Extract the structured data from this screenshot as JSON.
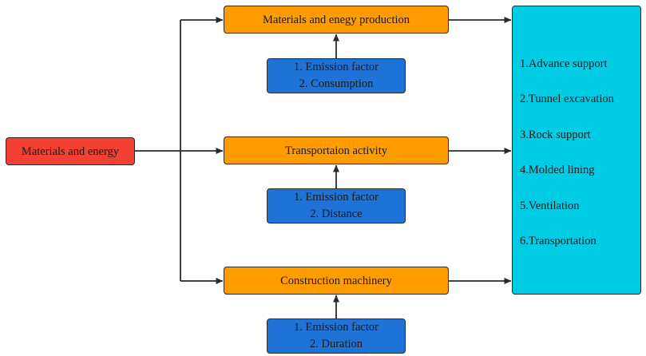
{
  "source": {
    "label": "Materials and energy"
  },
  "processes": [
    {
      "label": "Materials and enegy production"
    },
    {
      "label": "Transportaion activity"
    },
    {
      "label": "Construction machinery"
    }
  ],
  "parameters": [
    {
      "line1": "1. Emission factor",
      "line2": "2. Consumption"
    },
    {
      "line1": "1. Emission factor",
      "line2": "2. Distance"
    },
    {
      "line1": "1. Emission factor",
      "line2": "2. Duration"
    }
  ],
  "stages": [
    "1.Advance support",
    "2.Tunnel excavation",
    "3.Rock support",
    "4.Molded lining",
    "5.Ventilation",
    "6.Transportation"
  ],
  "colors": {
    "source": "#f24033",
    "process": "#ff9c00",
    "parameter": "#1f73d6",
    "stages": "#00cce3",
    "connector": "#2b2b2b"
  }
}
